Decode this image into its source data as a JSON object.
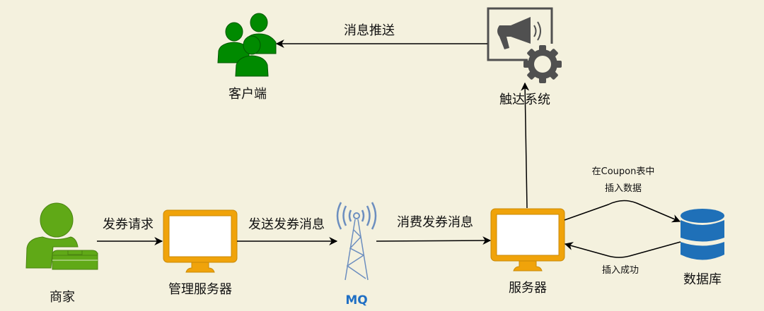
{
  "nodes": {
    "merchant": "商家",
    "admin_server": "管理服务器",
    "mq": "MQ",
    "server": "服务器",
    "database": "数据库",
    "reach_system": "触达系统",
    "client": "客户端"
  },
  "edges": {
    "coupon_request": "发券请求",
    "send_coupon_msg": "发送发券消息",
    "consume_coupon_msg": "消费发券消息",
    "insert_line1": "在Coupon表中",
    "insert_line2": "插入数据",
    "insert_success": "插入成功",
    "push_message": "消息推送"
  },
  "colors": {
    "background": "#f4f1de",
    "person_green": "#60a917",
    "client_green": "#008a00",
    "monitor_orange": "#f0a30a",
    "db_blue": "#1f70b8",
    "tower_blue": "#6c8ebf",
    "icon_gray": "#505050"
  }
}
